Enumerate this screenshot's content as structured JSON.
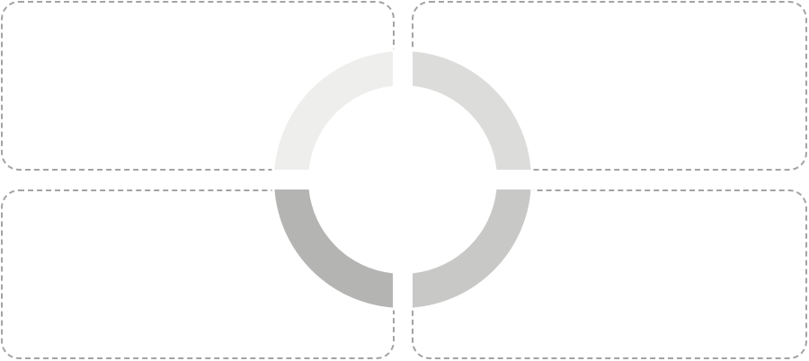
{
  "diagram": {
    "type": "four-quadrant-ring",
    "quadrants": [
      {
        "position": "top-left",
        "segment_color": "#eeeeec",
        "panel_border_color": "#a3a3a3",
        "text": ""
      },
      {
        "position": "top-right",
        "segment_color": "#dcdddb",
        "panel_border_color": "#a3a3a3",
        "text": ""
      },
      {
        "position": "bottom-left",
        "segment_color": "#b4b5b3",
        "panel_border_color": "#a3a3a3",
        "text": ""
      },
      {
        "position": "bottom-right",
        "segment_color": "#c8c9c7",
        "panel_border_color": "#a3a3a3",
        "text": ""
      }
    ]
  }
}
